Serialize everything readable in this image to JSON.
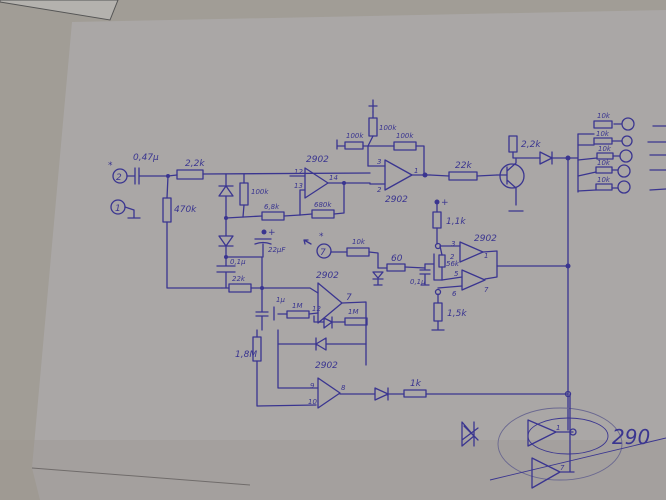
{
  "scene": {
    "description": "Photo of a hand-drawn schematic in blue ink on white paper",
    "paper_color": "#aaa7a6",
    "ink_color": "#3a3590",
    "background_color": "#9e9a93"
  },
  "labels": {
    "input_cap": "0,47µ",
    "input_res": "2,2k",
    "bias_res": "470k",
    "feedback_100k": "100k",
    "res_6_8k": "6,8k",
    "res_680k": "680k",
    "cap_22u": "22µF",
    "cap_0_1u": "0,1µ",
    "res_22k_left": "22k",
    "pot_100k": "100k",
    "res_top_100k_a": "100k",
    "res_top_100k_b": "100k",
    "opamp_a": "2902",
    "opamp_b": "2902",
    "opamp_c": "2902",
    "opamp_d": "2902",
    "opamp_e": "2902",
    "res_22k_base": "22k",
    "res_2_2k_collector": "2,2k",
    "res_1_1k": "1,1k",
    "res_56k": "56k",
    "res_1_5k": "1,5k",
    "res_10k_in": "10k",
    "res_60": "60",
    "cap_0_1u_b": "0,1µ",
    "res_1m_a": "1M",
    "res_1m_b": "1M",
    "cap_1u": "1µ",
    "res_1_8m": "1,8M",
    "res_1k": "1k",
    "led_res_1": "10k",
    "led_res_2": "10k",
    "led_res_3": "10k",
    "led_res_4": "10k",
    "led_res_5": "10k",
    "pin_12": "12",
    "pin_13": "13",
    "pin_14": "14",
    "pin_3a": "3",
    "pin_2a": "2",
    "pin_1a": "1",
    "pin_3b": "3",
    "pin_2b": "2",
    "pin_1b": "1",
    "pin_5": "5",
    "pin_6": "6",
    "pin_7b": "7",
    "pin_7c": "7",
    "pin_9": "9",
    "pin_10": "10",
    "pin_8": "8",
    "jack_in": "2",
    "jack_gnd": "1",
    "jack_7": "7",
    "plus_top": "+",
    "plus_cap": "+",
    "plus_1_1k": "+",
    "star_a": "*",
    "star_b": "*",
    "corner_note": "290",
    "inset_pin_1": "1",
    "inset_pin_7": "7"
  }
}
